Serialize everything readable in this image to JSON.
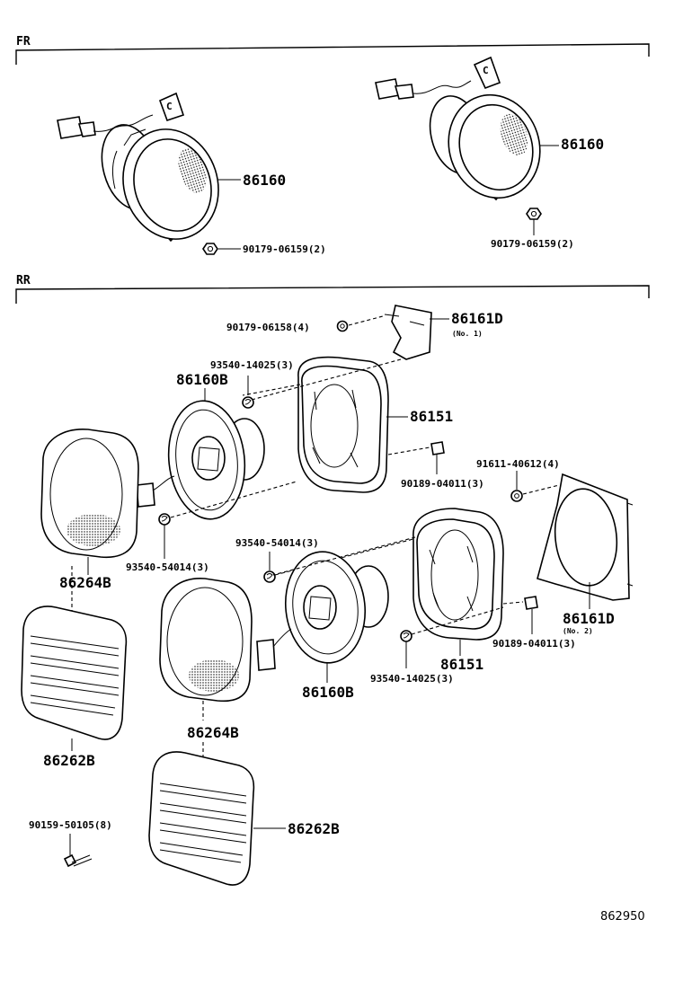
{
  "sections": {
    "front": "FR",
    "rear": "RR"
  },
  "labels": {
    "fr_speaker_left": "86160",
    "fr_speaker_right": "86160",
    "fr_nut_left": "90179-06159(2)",
    "fr_nut_right": "90179-06159(2)",
    "nut_bracket": "90179-06158(4)",
    "bracket_upper": "86161D",
    "bracket_upper_sub": "(No. 1)",
    "screw_upper_speaker": "93540-14025(3)",
    "speaker_upper": "86160B",
    "spacer_upper": "86151",
    "clip_upper": "90189-04011(3)",
    "nut_lower_bracket": "91611-40612(4)",
    "cover_left": "86264B",
    "screw_left_bottom": "93540-54014(3)",
    "screw_lower_speaker": "93540-54014(3)",
    "bracket_lower": "86161D",
    "bracket_lower_sub": "(No. 2)",
    "clip_lower": "90189-04011(3)",
    "spacer_lower": "86151",
    "screw_lower_spacer": "93540-14025(3)",
    "speaker_lower": "86160B",
    "cover_center": "86264B",
    "grille_left": "86262B",
    "grille_center": "86262B",
    "screw_grille": "90159-50105(8)",
    "diagram_number": "862950"
  },
  "icons": {
    "fr_tab_letter": "C"
  }
}
